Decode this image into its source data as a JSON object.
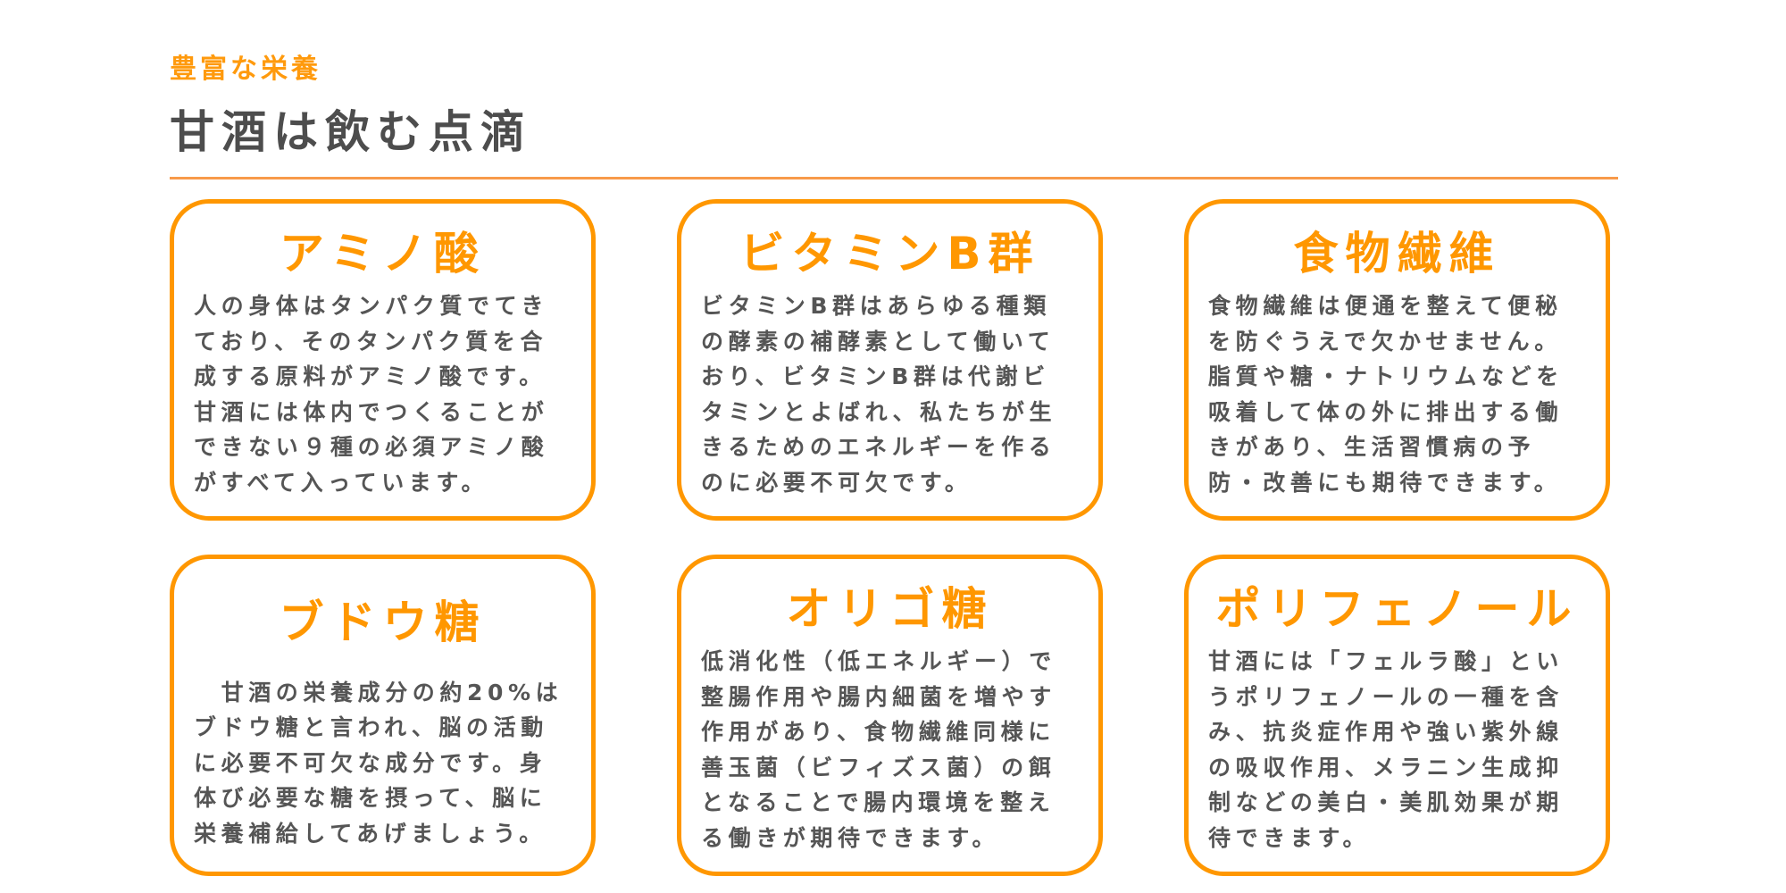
{
  "header": {
    "eyebrow": "豊富な栄養",
    "title": "甘酒は飲む点滴"
  },
  "cards": [
    {
      "title": "アミノ酸",
      "lines": [
        "人の身体はタンパク質でてき",
        "ており、そのタンパク質を合",
        "成する原料がアミノ酸です。",
        "甘酒には体内でつくることが",
        "できない９種の必須アミノ酸",
        "がすべて入っています。"
      ]
    },
    {
      "title": "ビタミンB群",
      "lines": [
        "ビタミンB群はあらゆる種類",
        "の酵素の補酵素として働いて",
        "おり、ビタミンB群は代謝ビ",
        "タミンとよばれ、私たちが生",
        "きるためのエネルギーを作る",
        "のに必要不可欠です。"
      ]
    },
    {
      "title": "食物繊維",
      "lines": [
        "食物繊維は便通を整えて便秘",
        "を防ぐうえで欠かせません。",
        "脂質や糖・ナトリウムなどを",
        "吸着して体の外に排出する働",
        "きがあり、生活習慣病の予",
        "防・改善にも期待できます。"
      ]
    },
    {
      "title": "ブドウ糖",
      "lines": [
        "　甘酒の栄養成分の約20%は",
        "ブドウ糖と言われ、脳の活動",
        "に必要不可欠な成分です。身",
        "体び必要な糖を摂って、脳に",
        "栄養補給してあげましょう。"
      ]
    },
    {
      "title": "オリゴ糖",
      "lines": [
        "低消化性（低エネルギー）で",
        "整腸作用や腸内細菌を増やす",
        "作用があり、食物繊維同様に",
        "善玉菌（ビフィズス菌）の餌",
        "となることで腸内環境を整え",
        "る働きが期待できます。"
      ]
    },
    {
      "title": "ポリフェノール",
      "lines": [
        "甘酒には「フェルラ酸」とい",
        "うポリフェノールの一種を含",
        "み、抗炎症作用や強い紫外線",
        "の吸収作用、メラニン生成抑",
        "制などの美白・美肌効果が期",
        "待できます。"
      ]
    }
  ]
}
